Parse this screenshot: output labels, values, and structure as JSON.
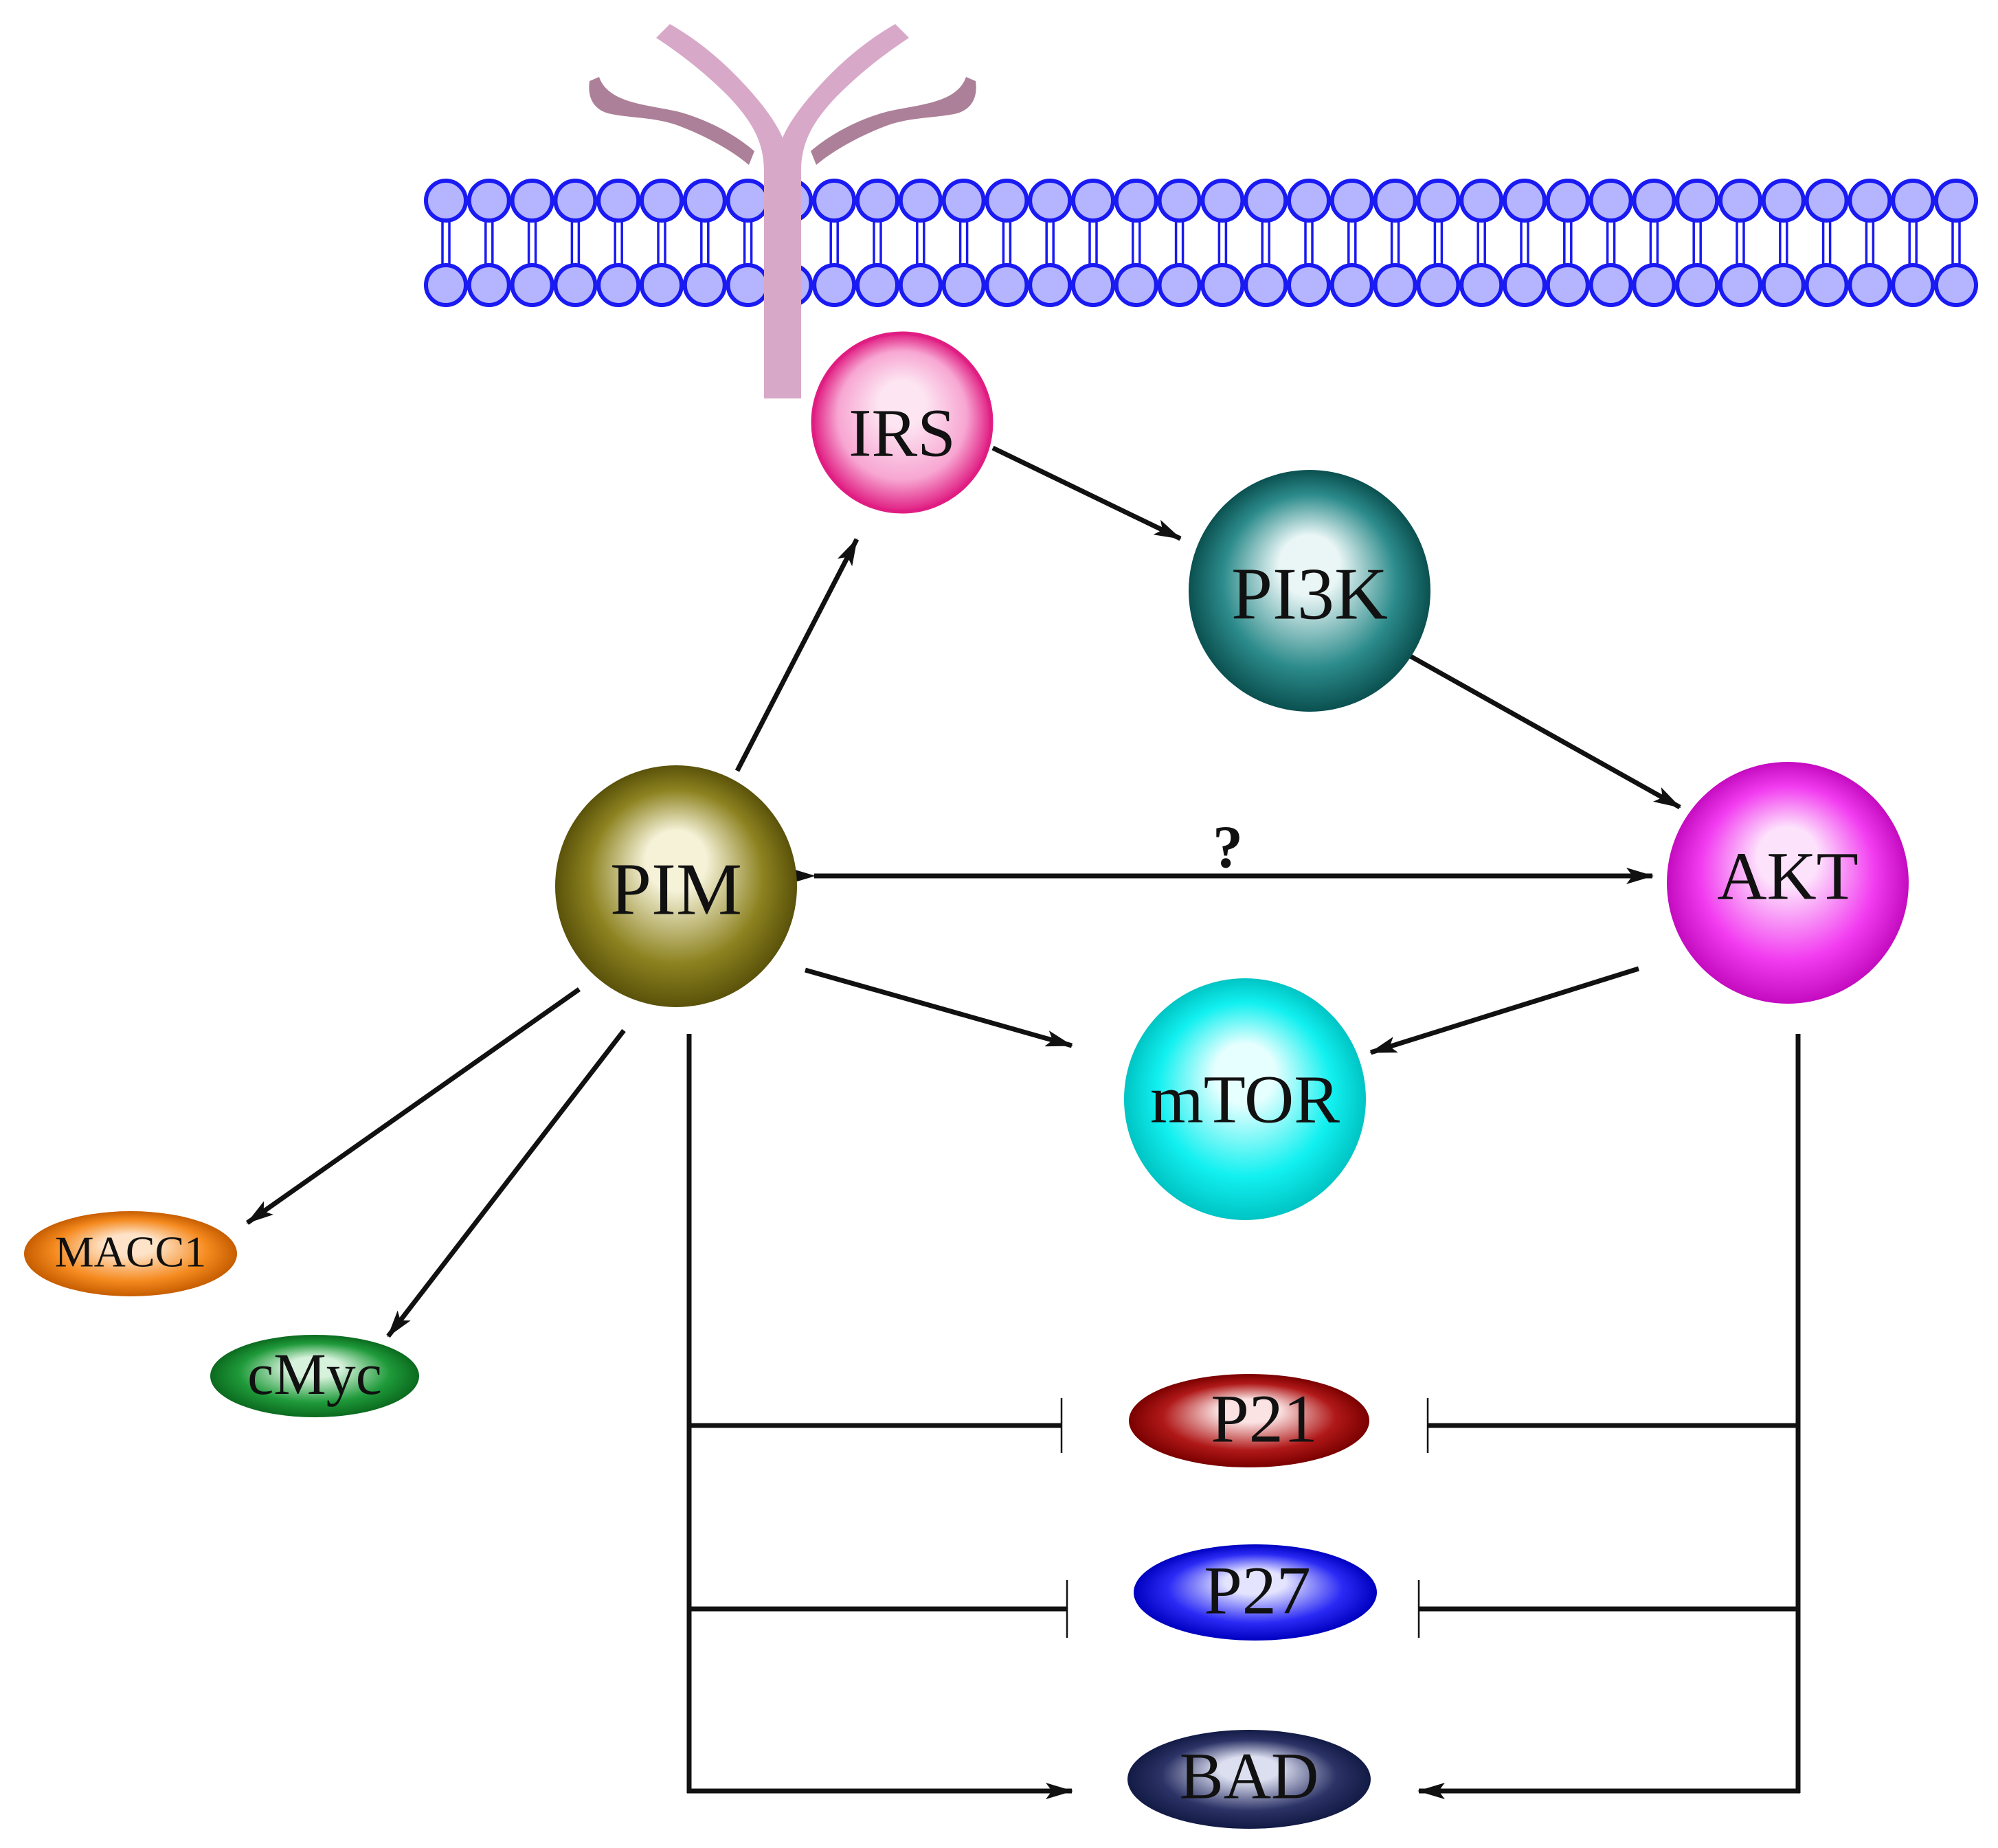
{
  "nodes": {
    "irs": {
      "label": "IRS",
      "color": "#f7a6d2",
      "dark": "#e01d82",
      "light": "#fde6f2"
    },
    "pi3k": {
      "label": "PI3K",
      "color": "#2c8b8b",
      "dark": "#0b5050",
      "light": "#eaf6f6"
    },
    "pim": {
      "label": "PIM",
      "color": "#8d8220",
      "dark": "#5a520a",
      "light": "#f5f2d8"
    },
    "akt": {
      "label": "AKT",
      "color": "#f23cf0",
      "dark": "#c40bc0",
      "light": "#fde2fc"
    },
    "mtor": {
      "label": "mTOR",
      "color": "#12f0f0",
      "dark": "#00c4c4",
      "light": "#e6ffff"
    },
    "macc1": {
      "label": "MACC1",
      "color": "#f58a1f",
      "dark": "#c65d00",
      "light": "#fee3c8"
    },
    "cmyc": {
      "label": "cMyc",
      "color": "#1f9a3a",
      "dark": "#0b6a1f",
      "light": "#d7f2dc"
    },
    "p21": {
      "label": "P21",
      "color": "#b01818",
      "dark": "#7a0000",
      "light": "#fbe3e3"
    },
    "p27": {
      "label": "P27",
      "color": "#2a2af5",
      "dark": "#0000c0",
      "light": "#e4e4ff"
    },
    "bad": {
      "label": "BAD",
      "color": "#2c3366",
      "dark": "#121a45",
      "light": "#dcdff0"
    }
  },
  "edge_label": "?",
  "membrane": {
    "head_fill": "#b4b4ff",
    "head_stroke": "#1a1af2"
  },
  "receptor": {
    "stem_color": "#d8a8c8",
    "arm_color": "#ac8098"
  }
}
